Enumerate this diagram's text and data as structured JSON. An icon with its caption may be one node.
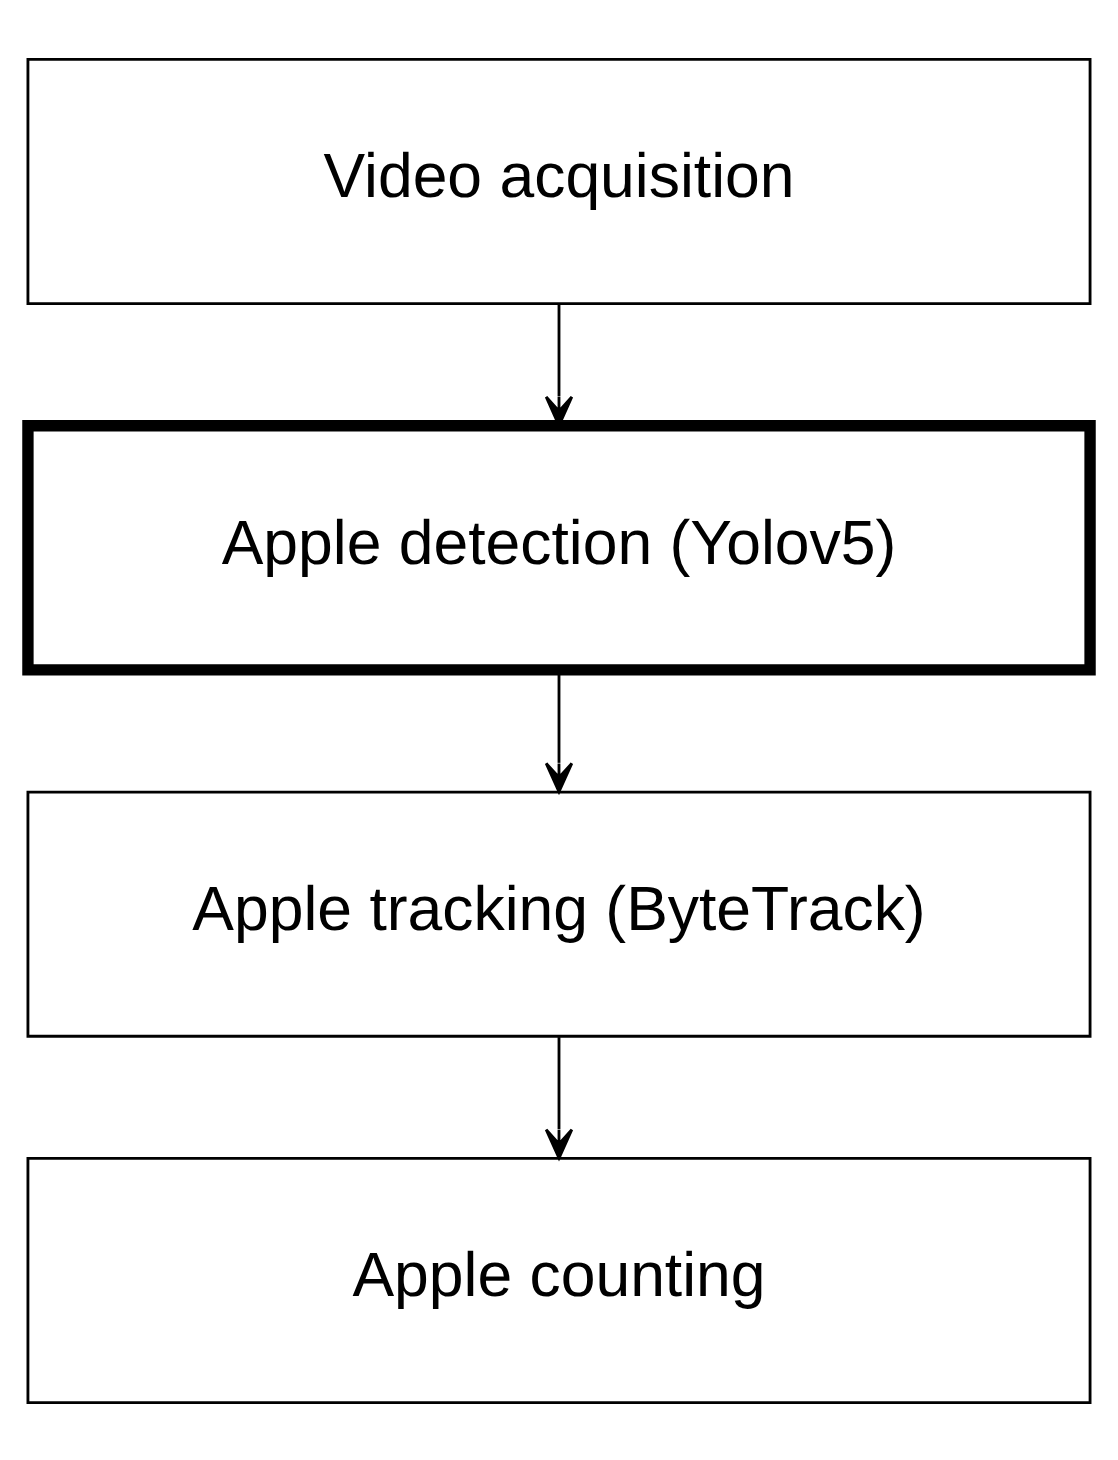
{
  "diagram": {
    "nodes": [
      {
        "text": [
          "Video acquisition"
        ]
      },
      {
        "text": [
          "Apple detection (Yolov5)"
        ]
      },
      {
        "text": [
          "Apple tracking (ByteTrack)"
        ]
      },
      {
        "text": [
          "Apple counting"
        ]
      }
    ],
    "edges": [
      {
        "from": 0,
        "to": 1,
        "arrow": "to"
      },
      {
        "from": 1,
        "to": 2,
        "arrow": "to"
      },
      {
        "from": 2,
        "to": 3,
        "arrow": "to"
      }
    ]
  }
}
